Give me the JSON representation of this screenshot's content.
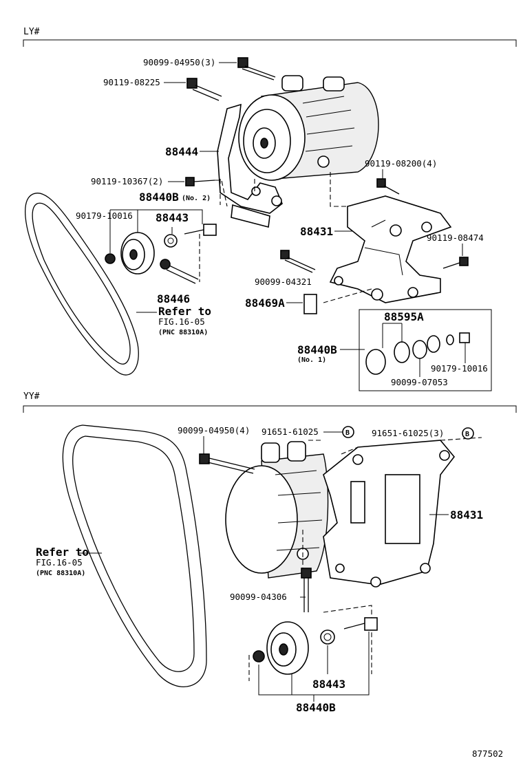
{
  "sections": {
    "ly": "LY#",
    "yy": "YY#"
  },
  "ly": {
    "p_bolt_top": "90099-04950(3)",
    "p_bolt_2": "90119-08225",
    "p_bracket": "88444",
    "p_bolt_3": "90119-10367(2)",
    "p_idler": "88440B",
    "p_idler_note": "(No. 2)",
    "p_nut": "90179-10016",
    "p_spacer": "88443",
    "p_bolt_4": "88446",
    "belt_ref_1": "Refer to",
    "belt_ref_2": "FIG.16-05",
    "belt_ref_3": "(PNC 88310A)",
    "p_bolt_right": "90119-08200(4)",
    "p_main_bracket": "88431",
    "p_bolt_5": "90119-08474",
    "p_bolt_6": "90099-04321",
    "p_plate": "88469A",
    "inset": {
      "p_bearing": "88595A",
      "p_assy": "88440B",
      "p_assy_note": "(No. 1)",
      "p_nut": "90179-10016",
      "p_ring": "90099-07053"
    }
  },
  "yy": {
    "p_bolt_1": "90099-04950(4)",
    "p_stud_1": "91651-61025",
    "p_stud_1_mark": "B",
    "p_stud_2": "91651-61025(3)",
    "p_stud_2_mark": "B",
    "p_main_bracket": "88431",
    "belt_ref_1": "Refer to",
    "belt_ref_2": "FIG.16-05",
    "belt_ref_3": "(PNC 88310A)",
    "p_bolt_2": "90099-04306",
    "p_spacer": "88443",
    "p_idler": "88440B"
  },
  "figure_number": "877502"
}
